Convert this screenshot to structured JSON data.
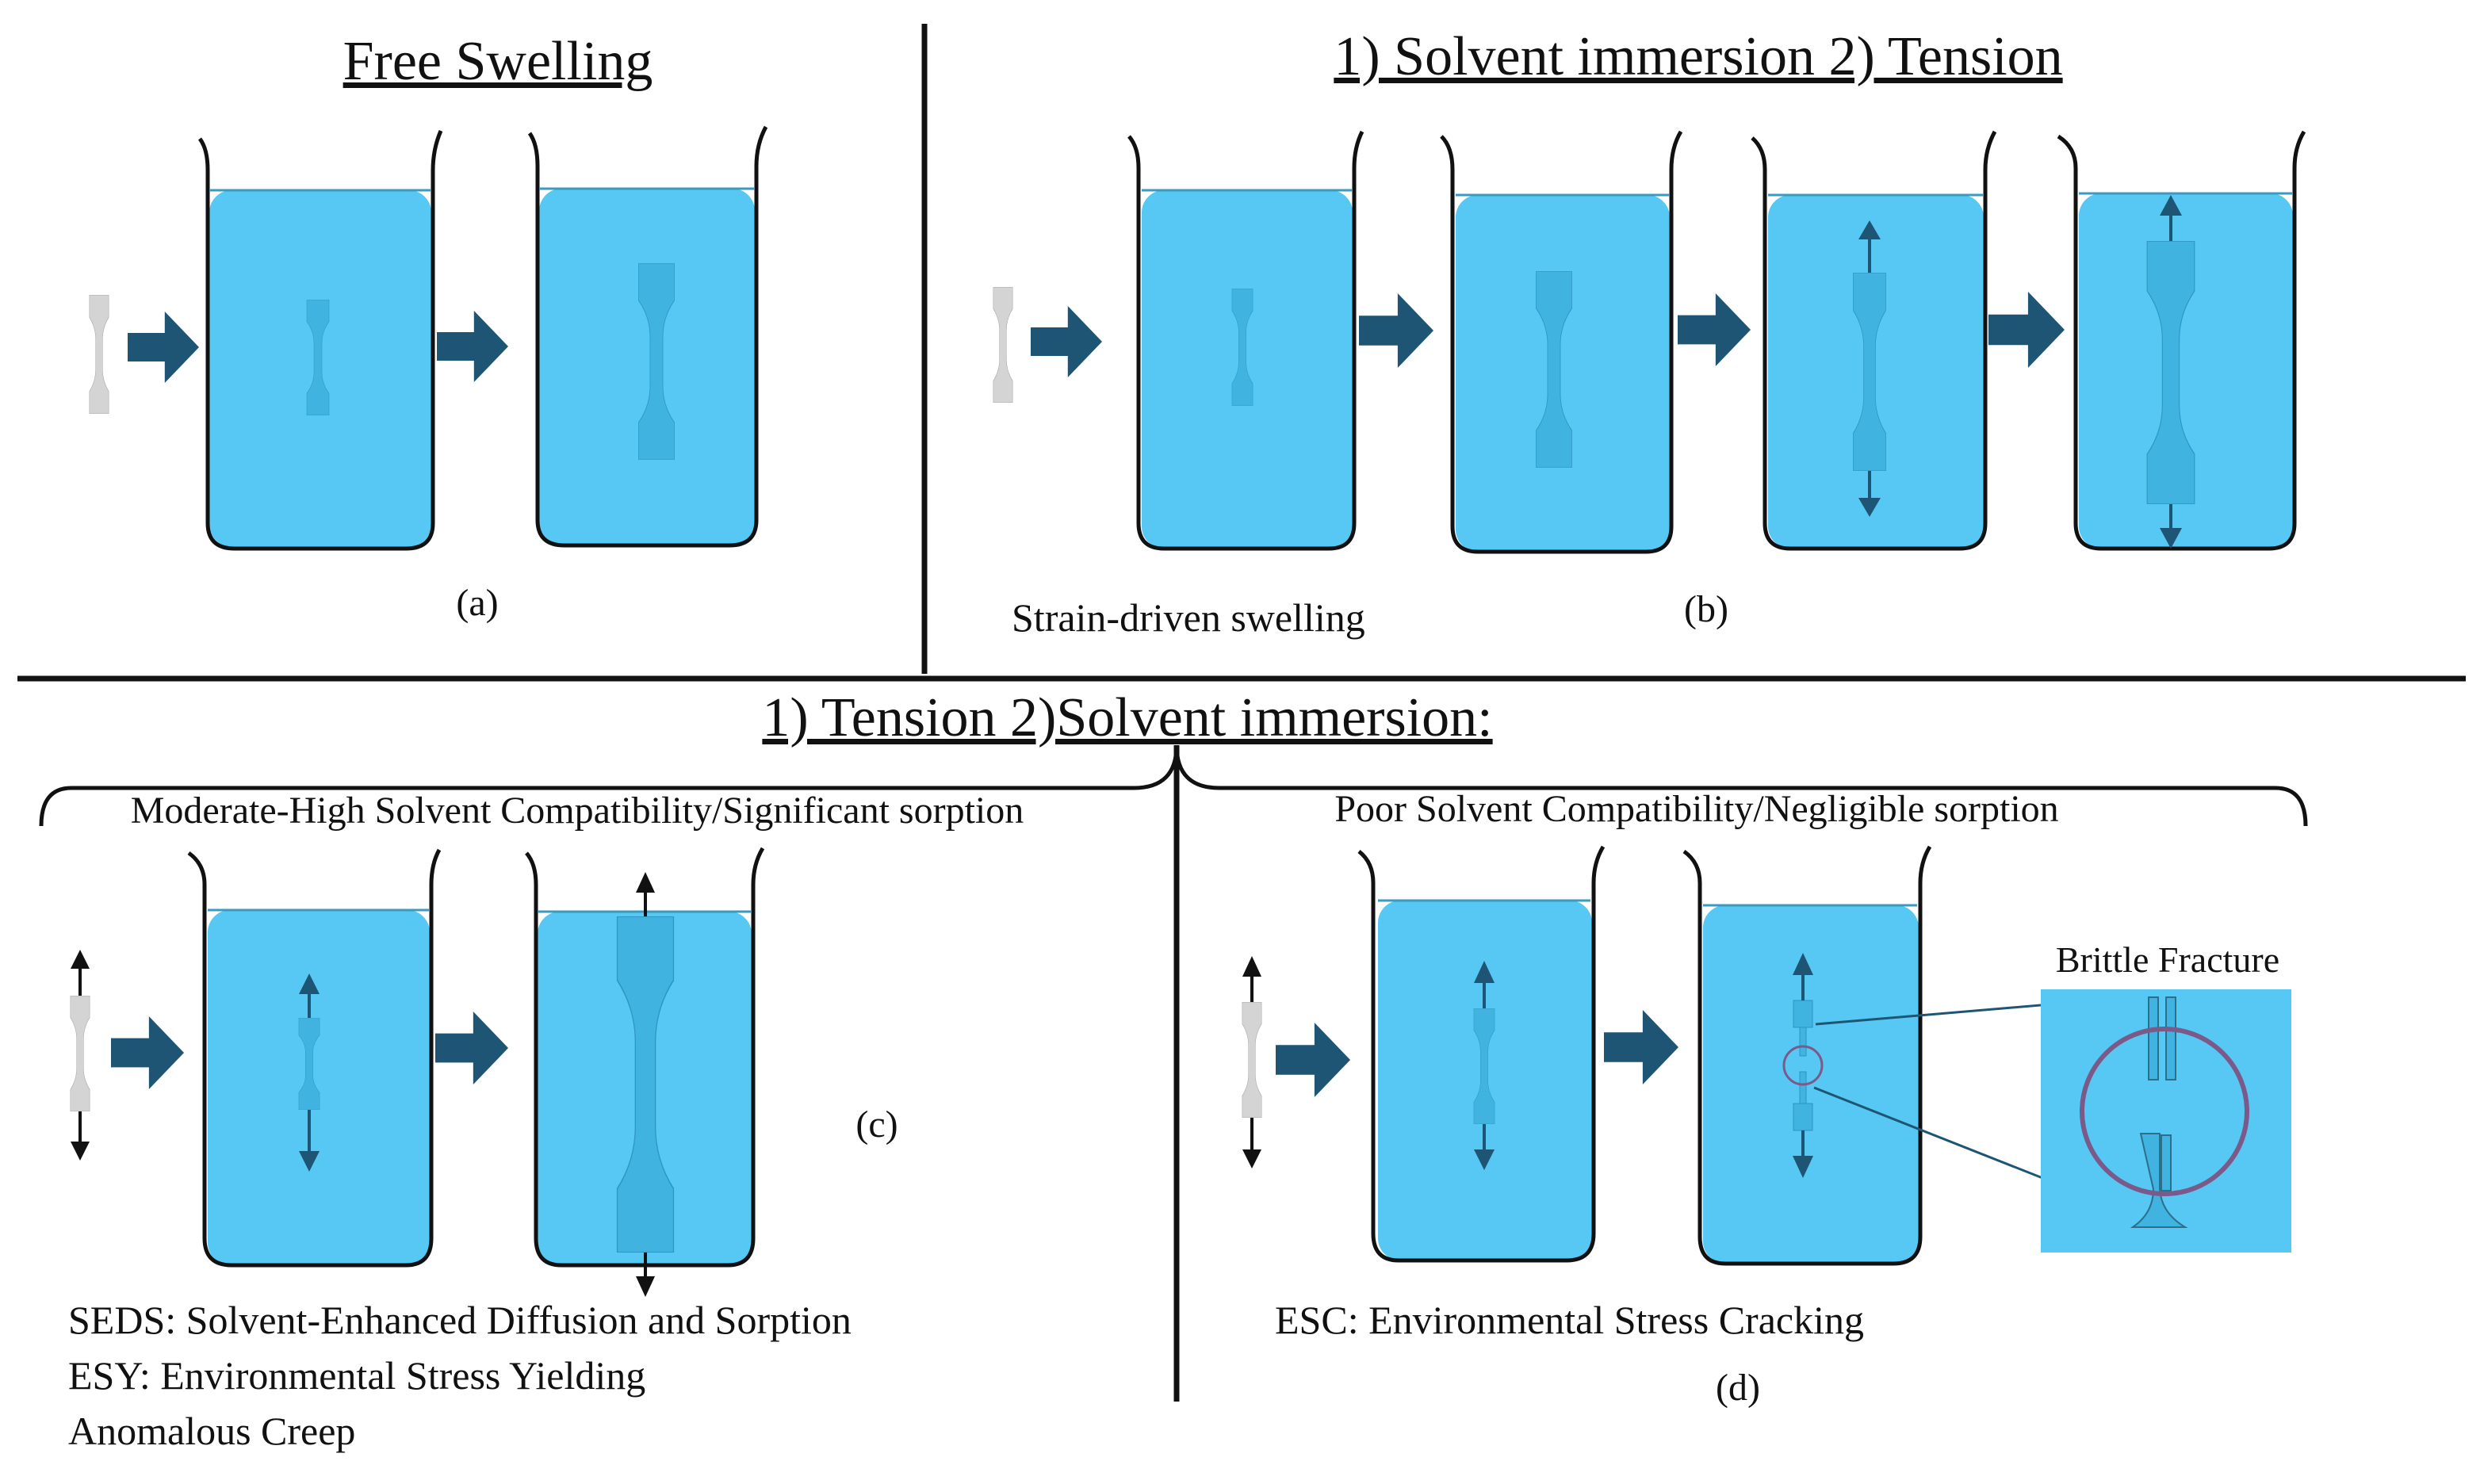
{
  "titles": {
    "free_swelling": "Free Swelling",
    "immersion_tension": "1) Solvent immersion 2) Tension",
    "tension_immersion": "1) Tension 2)Solvent immersion:"
  },
  "panel_labels": {
    "a": "(a)",
    "b": "(b)",
    "c": "(c)",
    "d": "(d)"
  },
  "notes": {
    "strain_driven": "Strain-driven swelling",
    "moderate_high": "Moderate-High Solvent Compatibility/Significant sorption",
    "poor": "Poor Solvent Compatibility/Negligible sorption",
    "brittle_fracture": "Brittle Fracture",
    "seds": "SEDS: Solvent-Enhanced Diffusion and Sorption",
    "esy": "ESY: Environmental Stress Yielding",
    "creep": "Anomalous Creep",
    "esc": "ESC: Environmental Stress Cracking"
  },
  "colors": {
    "solvent": "#56c8f3",
    "specimen_dry": "#d4d4d4",
    "arrow": "#1e5574",
    "crack_circle": "#7b5a8a"
  }
}
